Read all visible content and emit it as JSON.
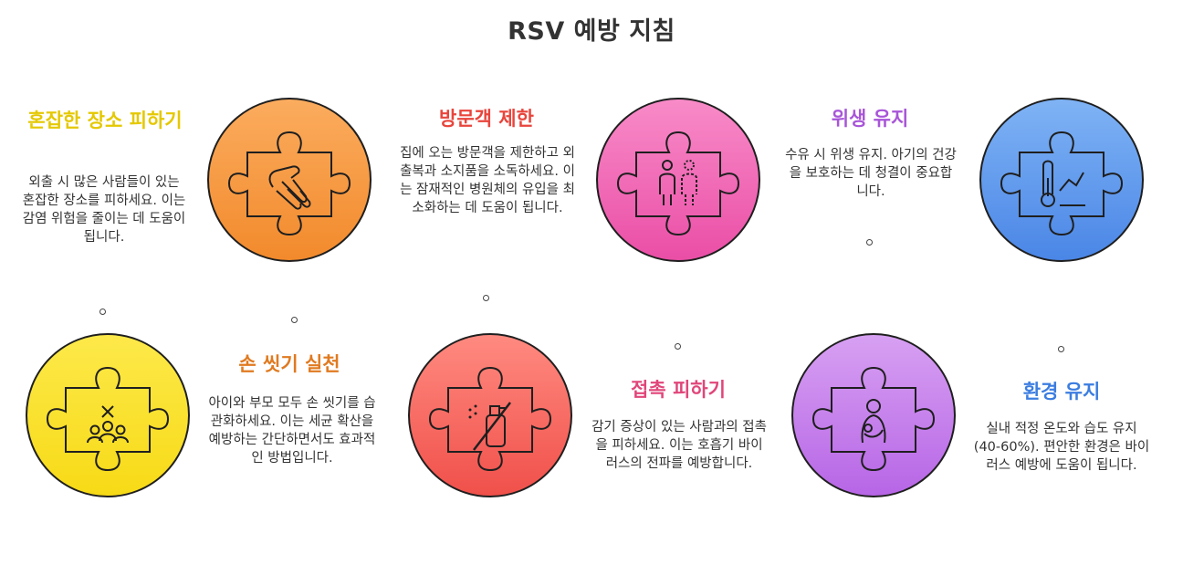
{
  "title": "RSV 예방 지침",
  "steps": [
    {
      "heading": "혼잡한 장소 피하기",
      "desc": "외출 시 많은 사람들이 있는 혼잡한 장소를 피하세요. 이는 감염 위험을 줄이는 데 도움이 됩니다.",
      "color": "#e4c800",
      "icon": "no-crowd-icon",
      "fill_top": "#fde94a",
      "fill_bottom": "#f7da16"
    },
    {
      "heading": "손 씻기 실천",
      "desc": "아이와 부모 모두 손 씻기를 습관화하세요. 이는 세균 확산을 예방하는 간단하면서도 효과적인 방법입니다.",
      "color": "#e07a20",
      "icon": "handwash-icon",
      "fill_top": "#fbac5e",
      "fill_bottom": "#f28a2c"
    },
    {
      "heading": "방문객 제한",
      "desc": "집에 오는 방문객을 제한하고 외출복과 소지품을 소독하세요. 이는 잠재적인 병원체의 유입을 최소화하는 데 도움이 됩니다.",
      "color": "#e8453c",
      "icon": "no-spray-icon",
      "fill_top": "#ff8a80",
      "fill_bottom": "#f0504a"
    },
    {
      "heading": "접촉 피하기",
      "desc": "감기 증상이 있는 사람과의 접촉을 피하세요. 이는 호흡기 바이러스의 전파를 예방합니다.",
      "color": "#e0467a",
      "icon": "distance-icon",
      "fill_top": "#f88bc8",
      "fill_bottom": "#ea4ea6"
    },
    {
      "heading": "위생 유지",
      "desc": "수유 시 위생 유지. 아기의 건강을 보호하는 데 청결이 중요합니다.",
      "color": "#a855d8",
      "icon": "feeding-icon",
      "fill_top": "#d7a0f2",
      "fill_bottom": "#b766e6"
    },
    {
      "heading": "환경 유지",
      "desc": "실내 적정 온도와 습도 유지 (40-60%). 편안한 환경은 바이러스 예방에 도움이 됩니다.",
      "color": "#3b7de0",
      "icon": "thermometer-icon",
      "fill_top": "#7fb3f5",
      "fill_bottom": "#4a86e6"
    }
  ]
}
